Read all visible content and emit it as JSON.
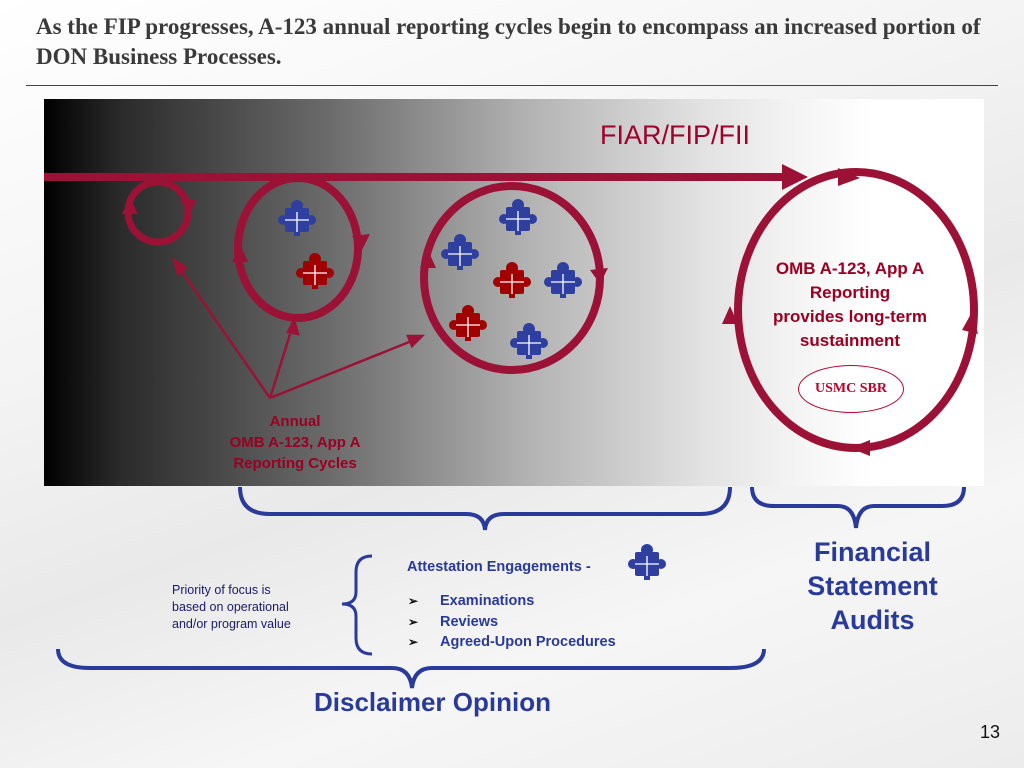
{
  "slide": {
    "title": "As the FIP progresses, A-123 annual reporting cycles begin to encompass an increased portion of DON Business Processes.",
    "page_number": "13"
  },
  "diagram": {
    "timeline_label": "FIAR/FIP/FII",
    "cycles_label": {
      "line1": "Annual",
      "line2": "OMB A-123, App A",
      "line3": "Reporting Cycles"
    },
    "sustainment_label": {
      "line1": "OMB A-123, App A",
      "line2": "Reporting",
      "line3": "provides long-term",
      "line4": "sustainment"
    },
    "badge": "USMC SBR",
    "icons": {
      "puzzle": "puzzle-piece-icon",
      "arrow": "arrow-icon"
    },
    "colors": {
      "crimson": "#9b1236",
      "navy": "#2a3a9a",
      "red_piece": "#a00000",
      "blue_piece": "#2f3f9f"
    }
  },
  "bottom": {
    "financial_audits": {
      "line1": "Financial",
      "line2": "Statement",
      "line3": "Audits"
    },
    "priority_note": {
      "line1": "Priority of focus is",
      "line2": "based on operational",
      "line3": "and/or program value"
    },
    "attestation": {
      "heading": "Attestation Engagements -",
      "items": [
        "Examinations",
        "Reviews",
        "Agreed-Upon Procedures"
      ]
    },
    "disclaimer": "Disclaimer Opinion"
  }
}
